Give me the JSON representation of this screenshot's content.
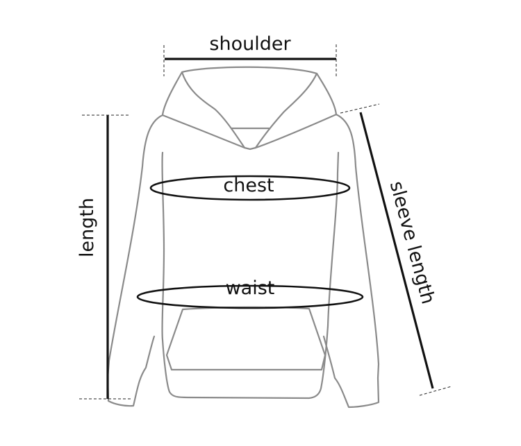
{
  "labels": {
    "shoulder": "shoulder",
    "chest": "chest",
    "waist": "waist",
    "length": "length",
    "sleeve_length": "sleeve length"
  },
  "colors": {
    "outline": "#8a8a8a",
    "measure": "#111111"
  }
}
